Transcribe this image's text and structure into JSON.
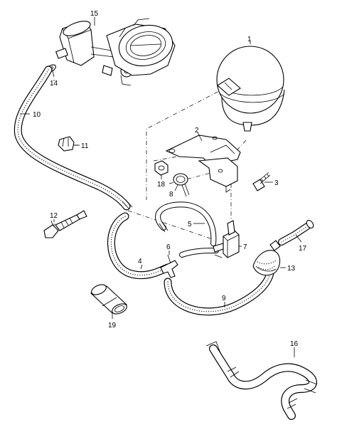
{
  "callouts": [
    {
      "id": "1",
      "label": "1"
    },
    {
      "id": "2",
      "label": "2"
    },
    {
      "id": "3",
      "label": "3"
    },
    {
      "id": "4",
      "label": "4"
    },
    {
      "id": "5",
      "label": "5"
    },
    {
      "id": "6",
      "label": "6"
    },
    {
      "id": "7",
      "label": "7"
    },
    {
      "id": "8",
      "label": "8"
    },
    {
      "id": "9",
      "label": "9"
    },
    {
      "id": "10",
      "label": "10"
    },
    {
      "id": "11",
      "label": "11"
    },
    {
      "id": "12",
      "label": "12"
    },
    {
      "id": "13",
      "label": "13"
    },
    {
      "id": "14",
      "label": "14"
    },
    {
      "id": "15",
      "label": "15"
    },
    {
      "id": "16",
      "label": "16"
    },
    {
      "id": "17",
      "label": "17"
    },
    {
      "id": "18",
      "label": "18"
    },
    {
      "id": "19",
      "label": "19"
    }
  ],
  "parts": [
    {
      "number": "1",
      "icon": "vacuum-reservoir-icon"
    },
    {
      "number": "2",
      "icon": "mounting-bracket-icon"
    },
    {
      "number": "3",
      "icon": "screw-icon"
    },
    {
      "number": "4",
      "icon": "vacuum-hose-icon"
    },
    {
      "number": "5",
      "icon": "vacuum-hose-icon"
    },
    {
      "number": "6",
      "icon": "t-connector-icon"
    },
    {
      "number": "7",
      "icon": "solenoid-valve-icon"
    },
    {
      "number": "8",
      "icon": "hose-clamp-icon"
    },
    {
      "number": "9",
      "icon": "vacuum-hose-icon"
    },
    {
      "number": "10",
      "icon": "vacuum-hose-icon"
    },
    {
      "number": "11",
      "icon": "connector-icon"
    },
    {
      "number": "12",
      "icon": "check-valve-icon"
    },
    {
      "number": "13",
      "icon": "filter-icon"
    },
    {
      "number": "14",
      "icon": "hose-clip-icon"
    },
    {
      "number": "15",
      "icon": "throttle-body-actuator-icon"
    },
    {
      "number": "16",
      "icon": "formed-hose-icon"
    },
    {
      "number": "17",
      "icon": "hose-section-icon"
    },
    {
      "number": "18",
      "icon": "nut-icon"
    },
    {
      "number": "19",
      "icon": "sleeve-icon"
    }
  ]
}
